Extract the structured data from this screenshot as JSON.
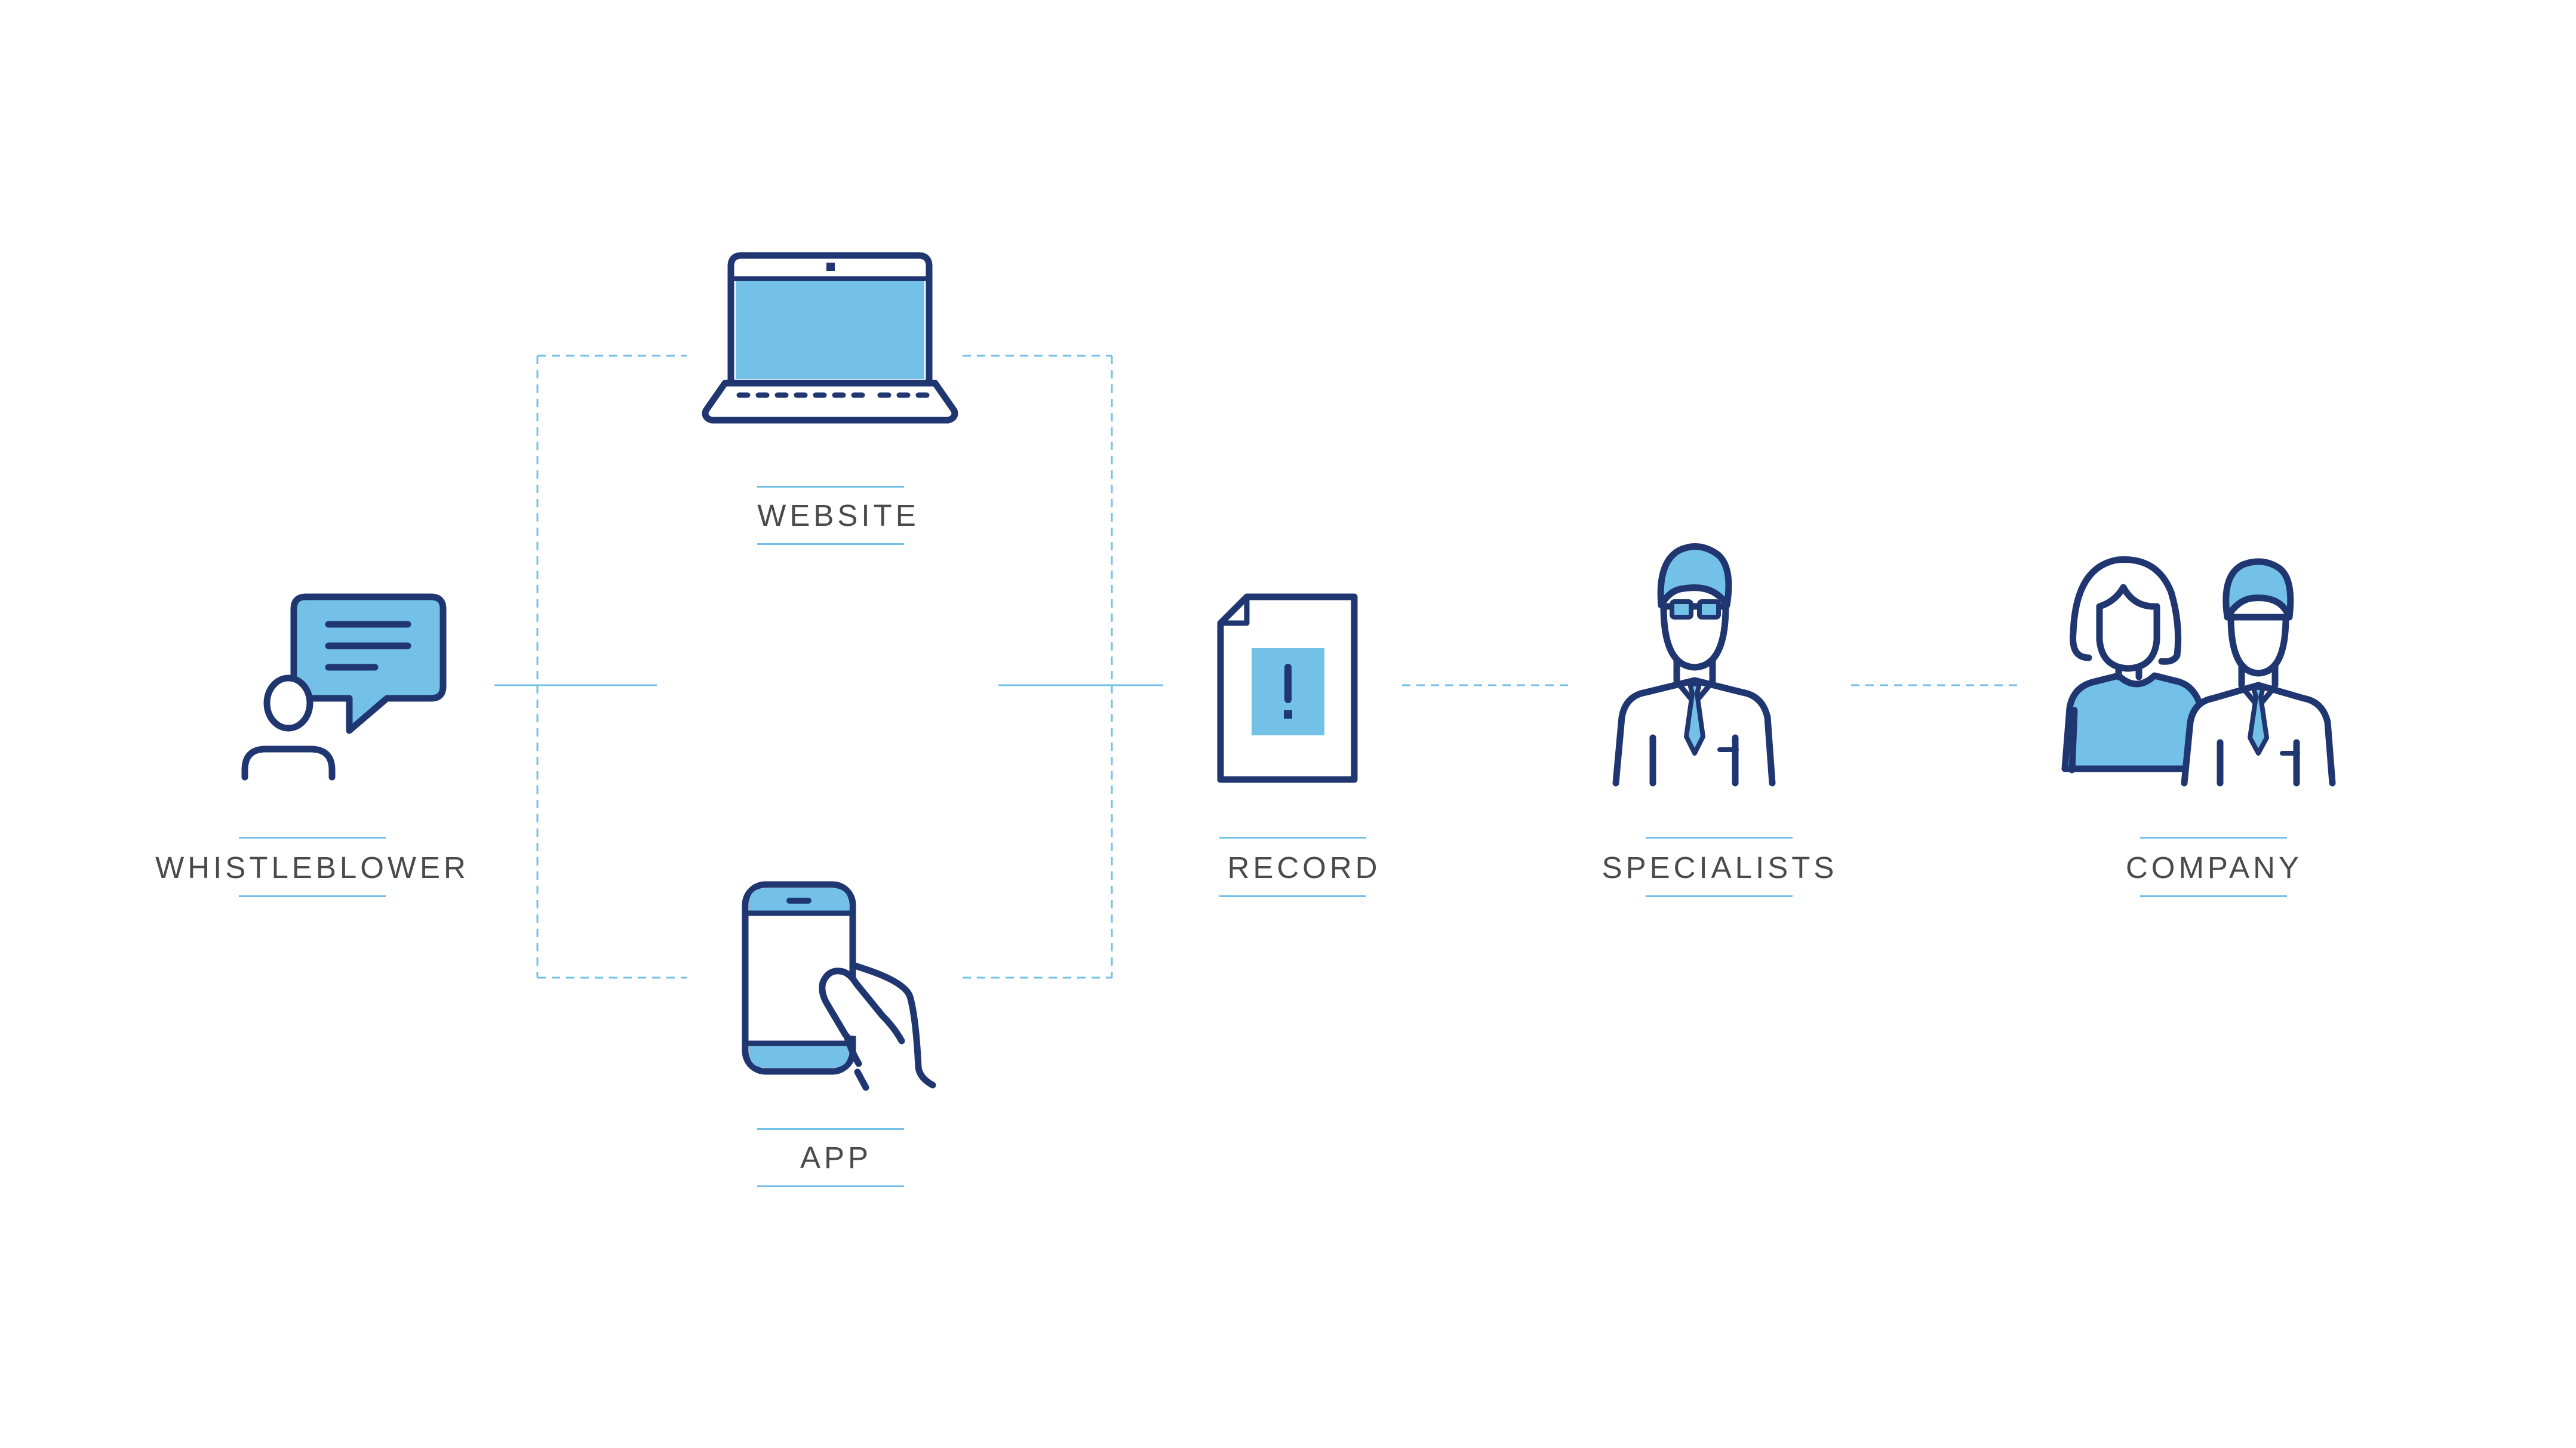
{
  "colors": {
    "navy": "#1f3670",
    "light_blue": "#74c1e8",
    "connector": "#74c1e8",
    "label_text": "#4a4a4a",
    "background": "#ffffff"
  },
  "nodes": {
    "whistleblower": {
      "label": "WHISTLEBLOWER",
      "icon": "whistleblower-speech-icon"
    },
    "website": {
      "label": "WEBSITE",
      "icon": "laptop-icon"
    },
    "app": {
      "label": "APP",
      "icon": "smartphone-in-hand-icon"
    },
    "record": {
      "label": "RECORD",
      "icon": "document-alert-icon"
    },
    "specialists": {
      "label": "SPECIALISTS",
      "icon": "specialist-person-icon"
    },
    "company": {
      "label": "COMPANY",
      "icon": "two-people-icon"
    }
  }
}
